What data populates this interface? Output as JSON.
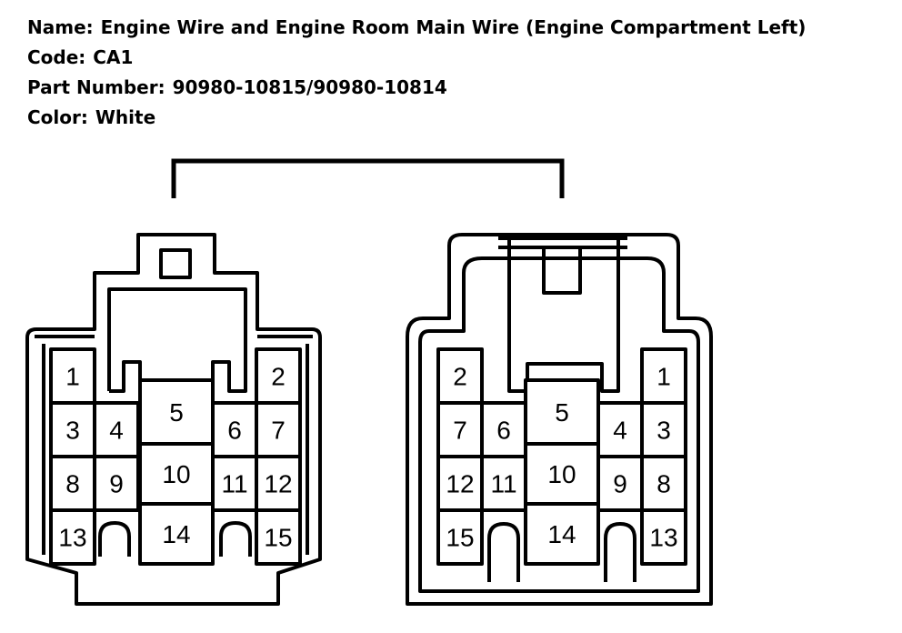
{
  "header": {
    "name_label": "Name:",
    "name_value": "Engine Wire and Engine Room Main Wire (Engine Compartment Left)",
    "code_label": "Code:",
    "code_value": "CA1",
    "part_label": "Part Number:",
    "part_value": "90980-10815/90980-10814",
    "color_label": "Color:",
    "color_value": "White"
  },
  "connectors": {
    "left": {
      "pins": [
        "1",
        "2",
        "3",
        "4",
        "5",
        "6",
        "7",
        "8",
        "9",
        "10",
        "11",
        "12",
        "13",
        "14",
        "15"
      ]
    },
    "right": {
      "pins": [
        "2",
        "1",
        "7",
        "6",
        "5",
        "4",
        "3",
        "12",
        "11",
        "10",
        "9",
        "8",
        "15",
        "14",
        "13"
      ]
    }
  }
}
